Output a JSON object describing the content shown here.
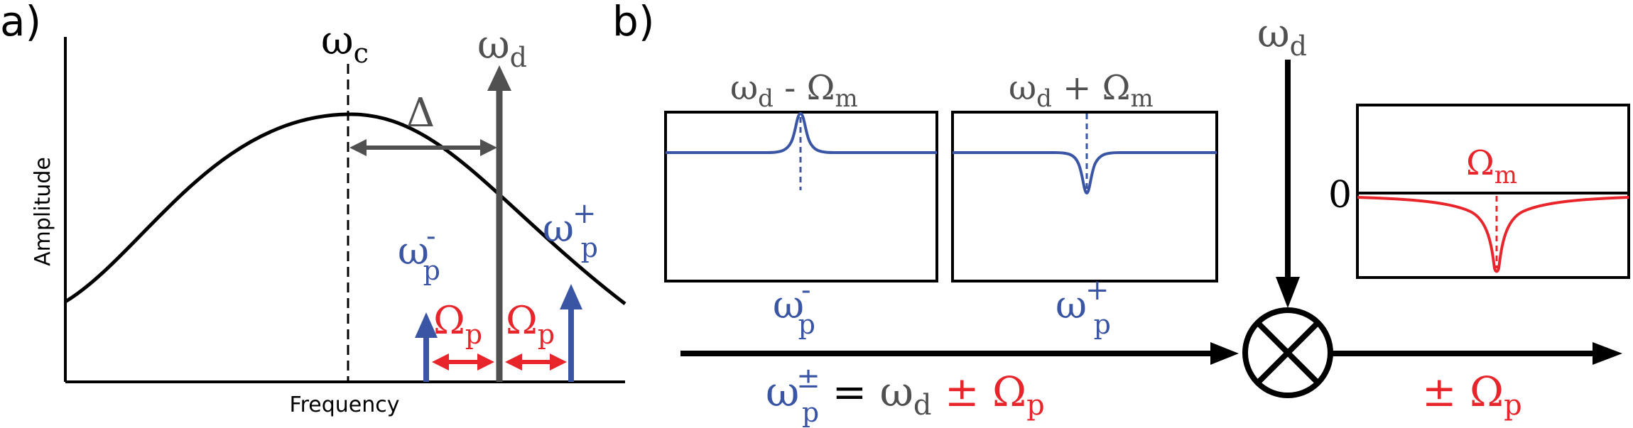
{
  "panel_a": {
    "label": "a)",
    "x_axis_label": "Frequency",
    "y_axis_label": "Amplitude",
    "omega_c": {
      "sym": "ω",
      "sub": "c"
    },
    "omega_d": {
      "sym": "ω",
      "sub": "d"
    },
    "delta": "Δ",
    "omega_p_minus": {
      "sym": "ω",
      "sub": "p",
      "sup": "-"
    },
    "omega_p_plus": {
      "sym": "ω",
      "sub": "p",
      "sup": "+"
    },
    "Omega_p_left": {
      "sym": "Ω",
      "sub": "p"
    },
    "Omega_p_right": {
      "sym": "Ω",
      "sub": "p"
    }
  },
  "panel_b": {
    "label": "b)",
    "omega_d_input": {
      "sym": "ω",
      "sub": "d"
    },
    "box_minus_title": {
      "a": "ω",
      "a_sub": "d",
      "op": " - ",
      "b": "Ω",
      "b_sub": "m"
    },
    "box_plus_title": {
      "a": "ω",
      "a_sub": "d",
      "op": " + ",
      "b": "Ω",
      "b_sub": "m"
    },
    "box_minus_label": {
      "sym": "ω",
      "sub": "p",
      "sup": "-"
    },
    "box_plus_label": {
      "sym": "ω",
      "sub": "p",
      "sup": "+"
    },
    "equation": {
      "lhs": "ω",
      "lhs_sub": "p",
      "lhs_sup": "±",
      "eq": " = ",
      "mid": "ω",
      "mid_sub": "d",
      "pm": " ± ",
      "rhs": "Ω",
      "rhs_sub": "p"
    },
    "output_label": {
      "pm": "± ",
      "sym": "Ω",
      "sub": "p"
    },
    "result_zero": "0",
    "result_peak": {
      "sym": "Ω",
      "sub": "m"
    }
  },
  "colors": {
    "black": "#000000",
    "gray": "#505050",
    "blue": "#3a55a4",
    "red": "#e8252a"
  }
}
